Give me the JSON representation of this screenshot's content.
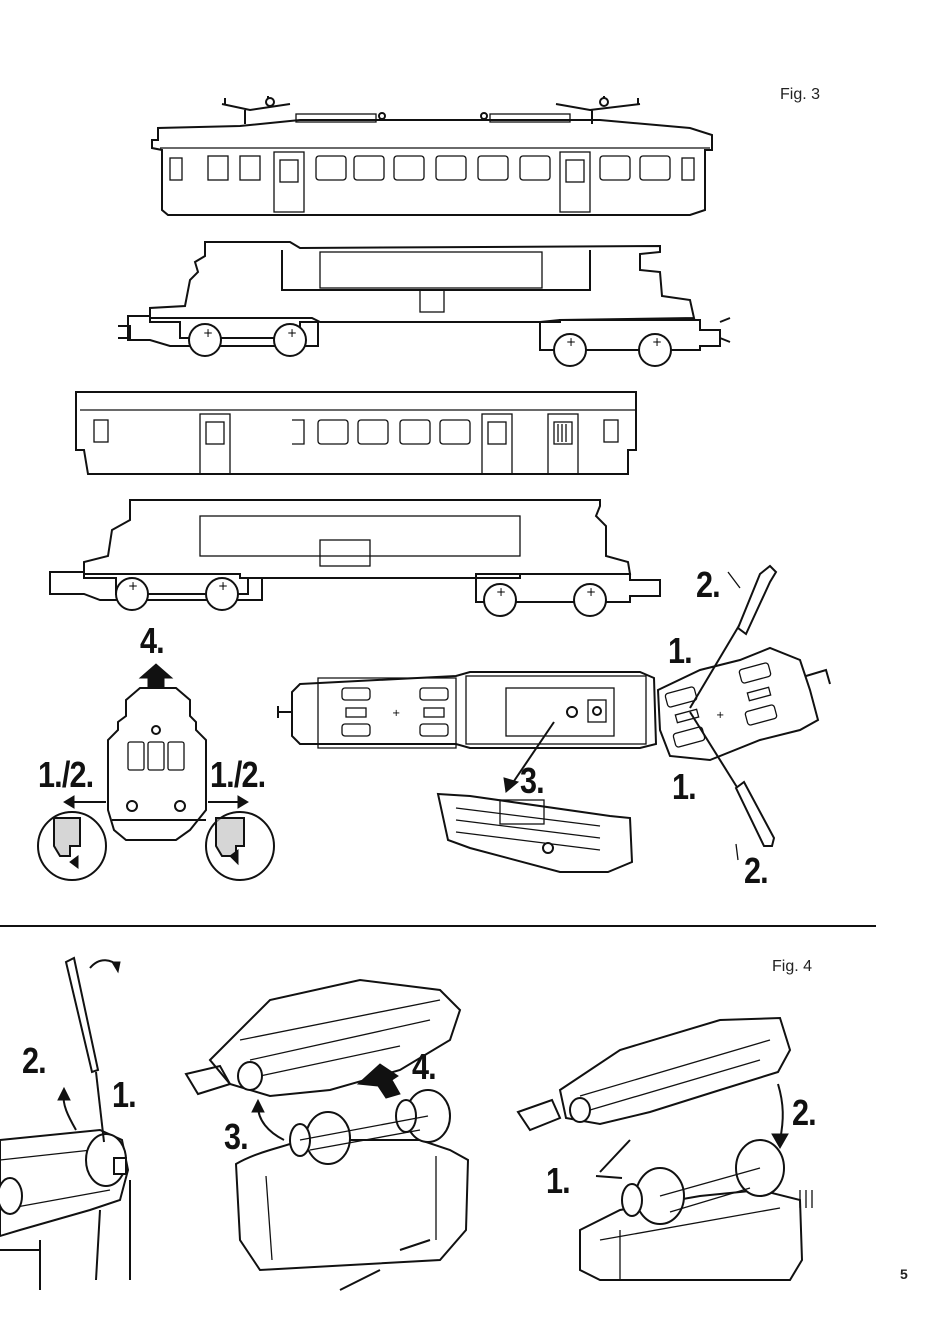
{
  "figures": {
    "fig3_caption": "Fig. 3",
    "fig4_caption": "Fig. 4"
  },
  "page_number": "5",
  "fig3_labels": {
    "step4": "4.",
    "left_step": "1./2.",
    "right_step": "1./2.",
    "step3": "3.",
    "step1_top": "1.",
    "step1_bottom": "1.",
    "step2_top": "2.",
    "step2_bottom": "2."
  },
  "fig4_labels": {
    "left_step2": "2.",
    "left_step1": "1.",
    "mid_step4": "4.",
    "mid_step3": "3.",
    "right_step2": "2.",
    "right_step1": "1."
  },
  "icons": {
    "arrow_up": "arrow-up-icon",
    "arrow_left": "arrow-left-icon",
    "arrow_right": "arrow-right-icon",
    "screwdriver": "screwdriver-icon"
  }
}
